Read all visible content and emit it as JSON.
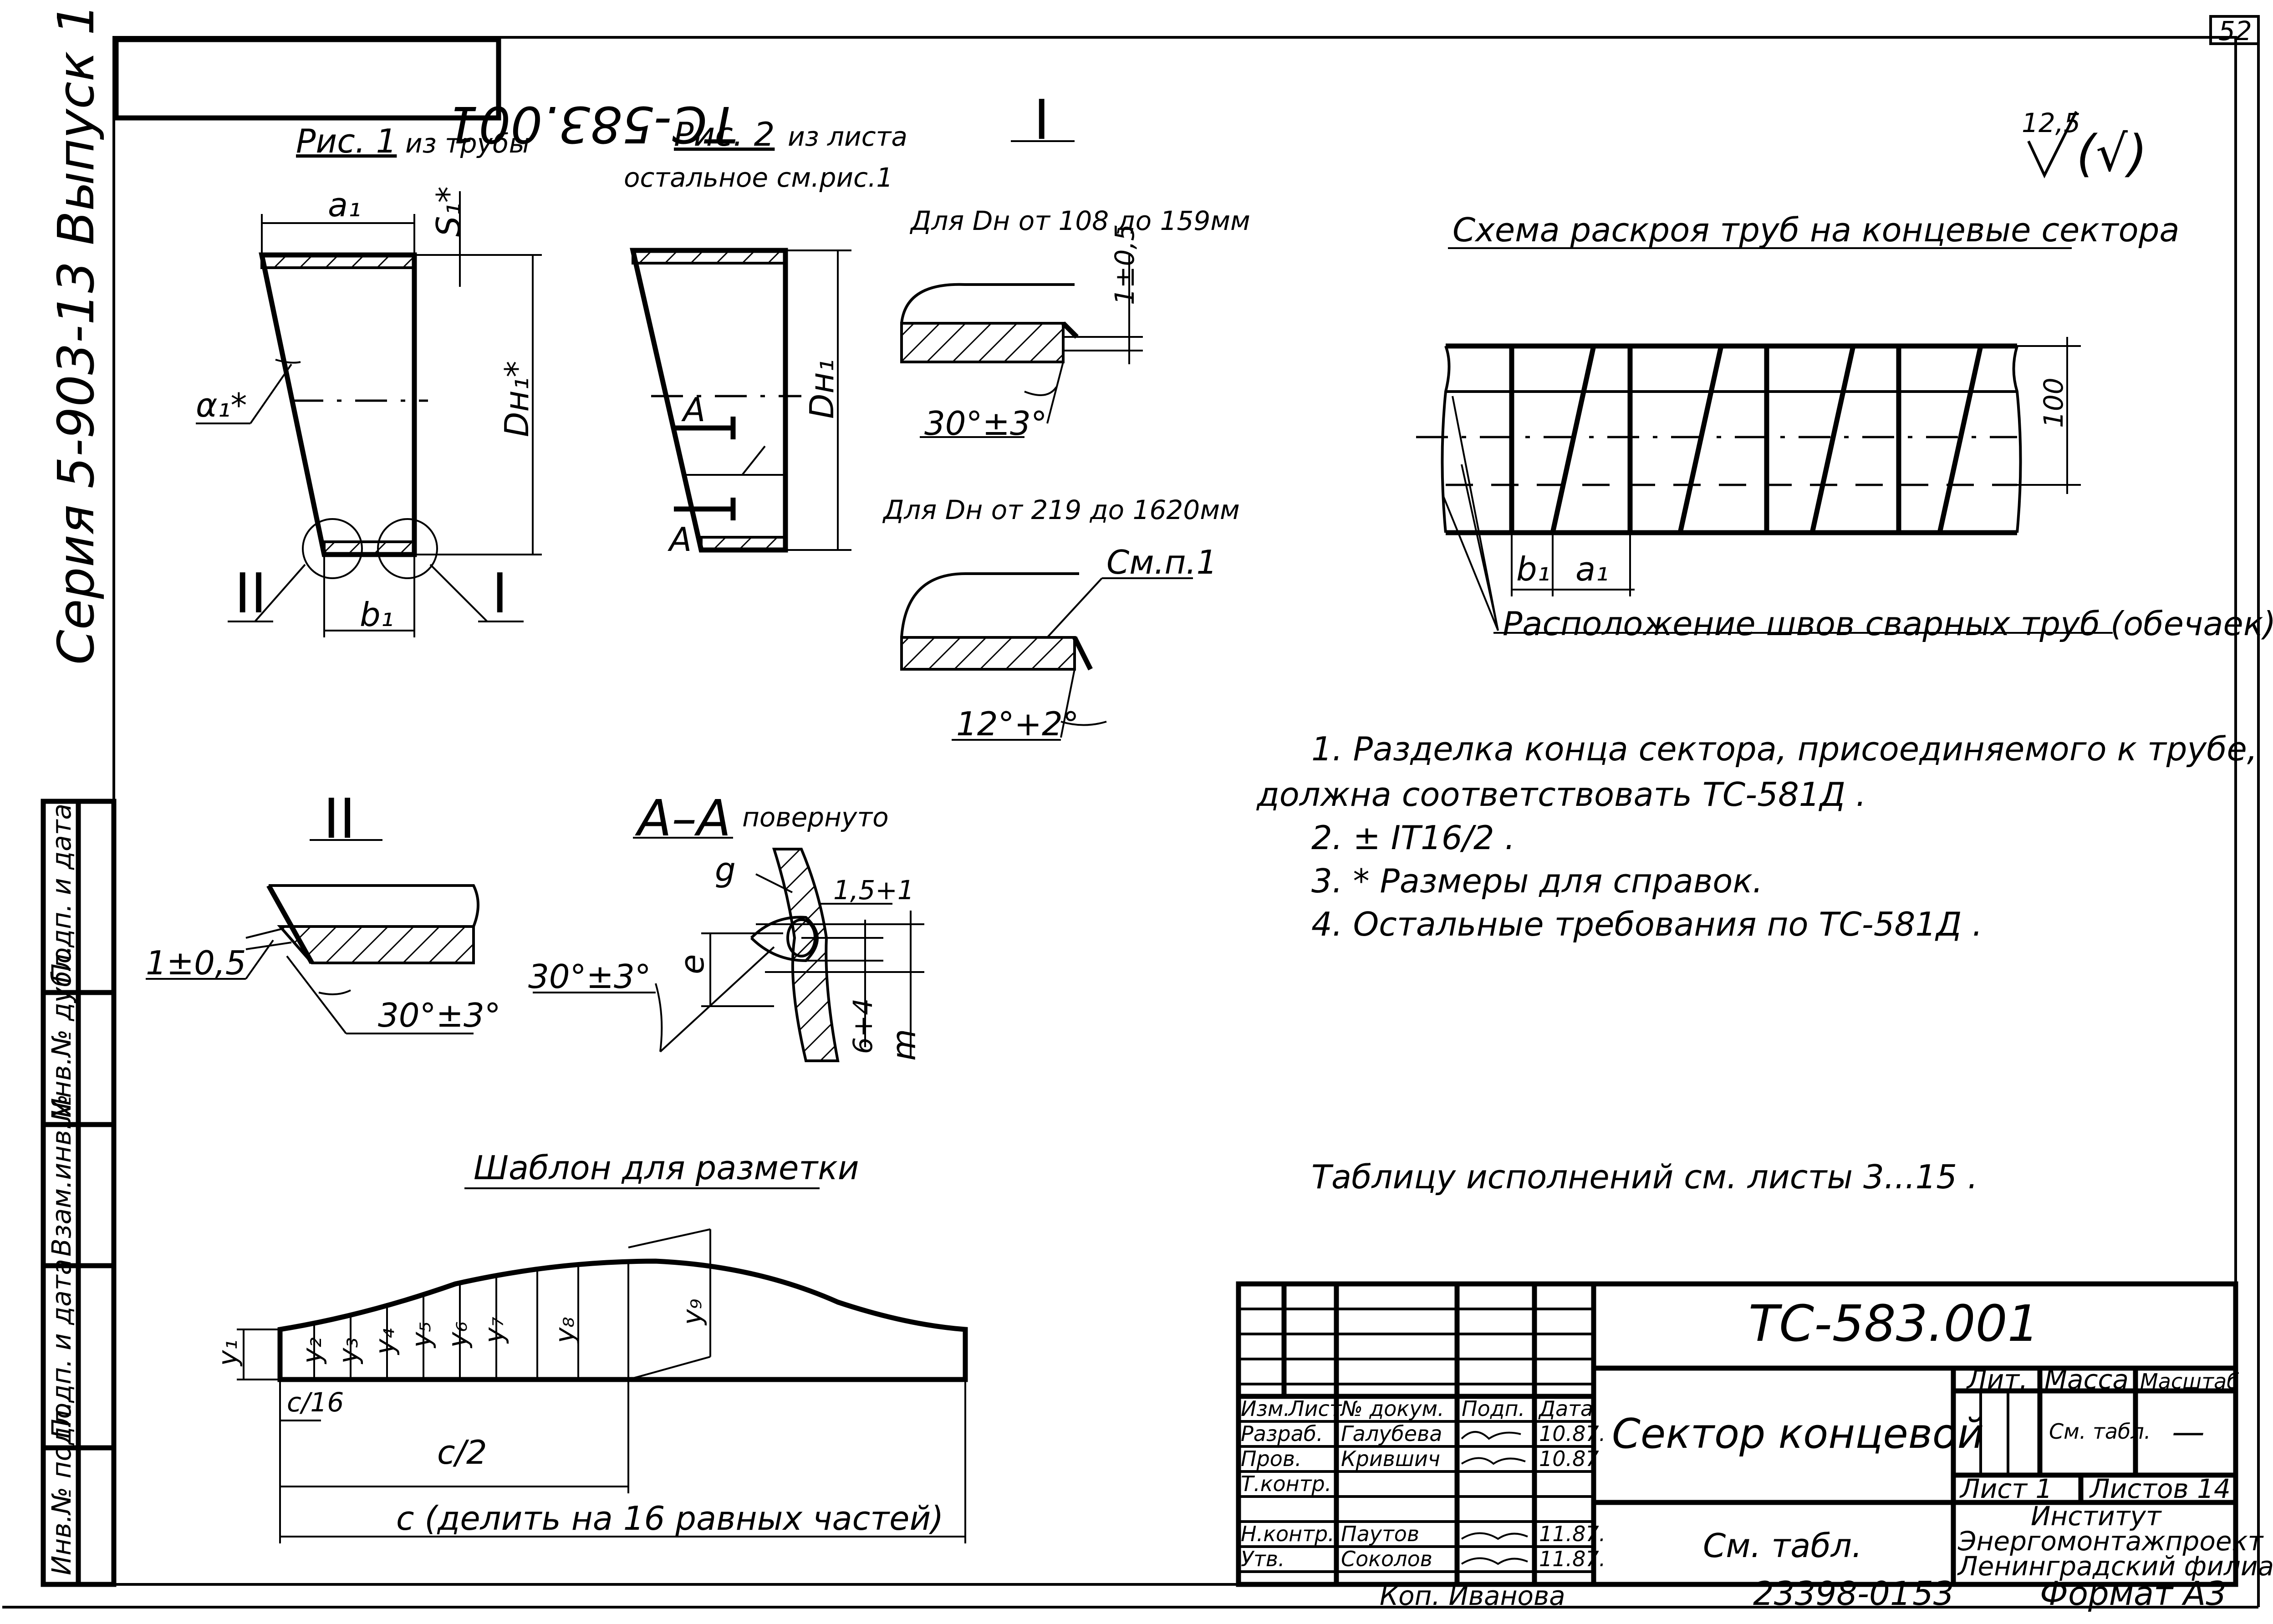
{
  "sheet_number": "52",
  "stamp_code": "ТС-583.001",
  "side_series": "Серия 5-903-13 Выпуск 1",
  "roughness": {
    "value": "12,5",
    "mark": "(√)"
  },
  "fig1": {
    "title": "Рис. 1",
    "subtitle": "из трубы"
  },
  "fig2": {
    "title": "Рис. 2",
    "subtitle": "из листа",
    "note": "остальное см.рис.1"
  },
  "view_I": {
    "title": "I"
  },
  "detail_108": {
    "title": "Для Dн от 108 до 159мм",
    "dim": "1±0,5",
    "angle": "30°±3°"
  },
  "detail_219": {
    "title": "Для Dн от 219 до 1620мм",
    "ref": "См.п.1",
    "angle": "12°+2°"
  },
  "view_II": {
    "title": "II",
    "dim": "1±0,5",
    "angle": "30°±3°"
  },
  "section_AA": {
    "title": "А–А",
    "subtitle": "повернуто",
    "g": "g",
    "gap": "1,5+1",
    "e": "e",
    "h": "6+4",
    "m": "m",
    "angle": "30°±3°"
  },
  "scheme": {
    "title": "Схема раскроя труб на концевые сектора",
    "dim_100": "100",
    "seam_label": "Расположение швов сварных труб (обечаек)"
  },
  "dims": {
    "a1": "a₁",
    "s1": "S₁*",
    "alpha1": "α₁*",
    "dn1": "Dн₁*",
    "dn1b": "Dн₁",
    "b1": "b₁",
    "A": "А"
  },
  "notes": [
    "1. Разделка конца сектора, присоединяемого к трубе,",
    "должна соответствовать ТС-581Д .",
    "2. ± IT16/2 .",
    "3. * Размеры для справок.",
    "4. Остальные требования по ТС-581Д ."
  ],
  "table_ref": "Таблицу исполнений см. листы 3...15 .",
  "template": {
    "title": "Шаблон для разметки",
    "ys": [
      "y₁",
      "y₂",
      "y₃",
      "y₄",
      "y₅",
      "y₆",
      "y₇",
      "y₈",
      "y₉"
    ],
    "c16": "с/16",
    "c2": "с/2",
    "c_full": "с (делить на 16 равных частей)"
  },
  "left_margin": [
    "Инв.№ подл.",
    "Подп. и дата",
    "Взам.инв.№",
    "Инв.№ дубл.",
    "Подп. и дата"
  ],
  "title_block": {
    "code": "ТС-583.001",
    "name": "Сектор концевой",
    "material": "См. табл.",
    "headers": [
      "Изм.",
      "Лист",
      "№ докум.",
      "Подп.",
      "Дата"
    ],
    "rows": [
      {
        "role": "Разраб.",
        "name": "Галубева",
        "date": "10.87."
      },
      {
        "role": "Пров.",
        "name": "Крившич",
        "date": "10.87"
      },
      {
        "role": "Т.контр.",
        "name": "",
        "date": ""
      },
      {
        "role": "Н.контр.",
        "name": "Паутов",
        "date": "11.87."
      },
      {
        "role": "Утв.",
        "name": "Соколов",
        "date": "11.87."
      }
    ],
    "lit_label": "Лит.",
    "mass_label": "Масса",
    "scale_label": "Масштаб",
    "mass_value": "См. табл.",
    "scale_value": "—",
    "sheet": "Лист 1",
    "sheets": "Листов 14",
    "org": [
      "Институт",
      "Энергомонтажпроект",
      "Ленинградский филиал"
    ]
  },
  "footer": {
    "copied": "Коп. Иванова",
    "order": "23398-01",
    "page": "53",
    "format": "Формат А3"
  }
}
